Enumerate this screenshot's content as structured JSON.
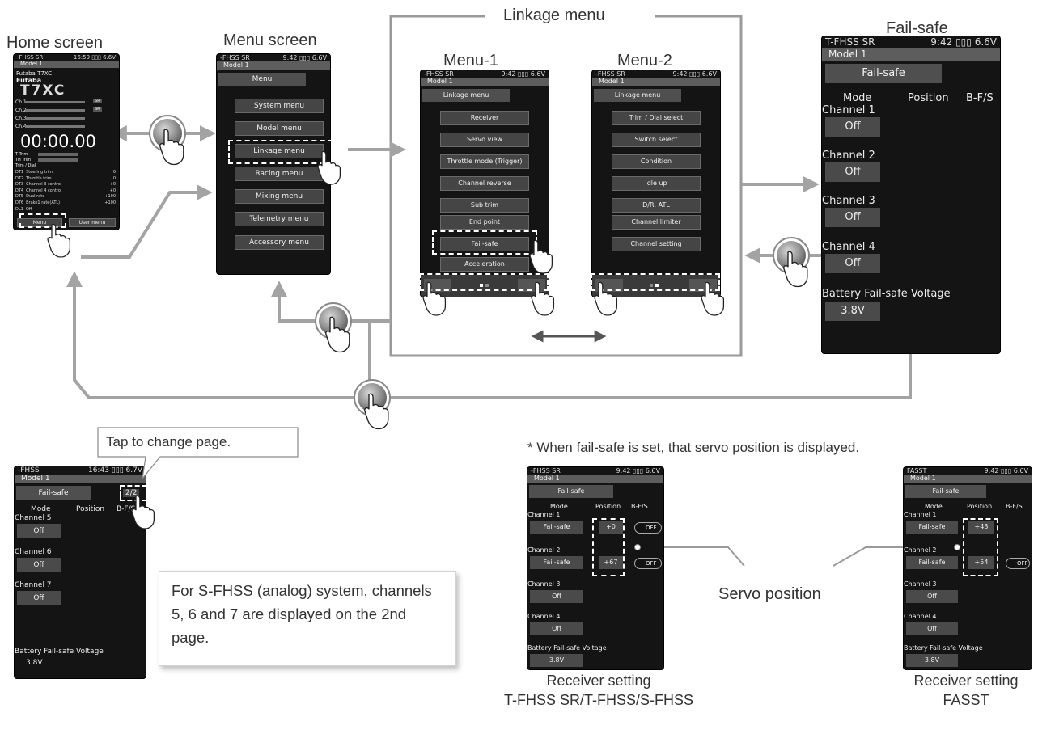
{
  "labels": {
    "home_screen": "Home screen",
    "menu_screen": "Menu screen",
    "linkage_menu": "Linkage menu",
    "menu1": "Menu-1",
    "menu2": "Menu-2",
    "failsafe": "Fail-safe",
    "servo_note": "* When fail-safe is set, that servo position is displayed.",
    "servo_position": "Servo position",
    "tap_callout": "Tap to change page.",
    "rx_setting_1": "Receiver setting",
    "rx_type_1": "T-FHSS SR/T-FHSS/S-FHSS",
    "rx_setting_2": "Receiver setting",
    "rx_type_2": "FASST",
    "note": "For S-FHSS (analog) system, channels 5, 6 and 7 are displayed on the 2nd page."
  },
  "home": {
    "status_left": "-FHSS SR",
    "status_time": "16:59",
    "status_volt": "6.6V",
    "model": "Model 1",
    "brand1": "Futaba T7XC",
    "brand2": "Futaba",
    "logo": "T7XC",
    "ch1": "Ch.1",
    "ch2": "Ch.2",
    "ch3": "Ch.3",
    "ch4": "Ch.4",
    "sr": "SR",
    "timer": "00:00.00",
    "ttrim": "T Trim",
    "htrim": "TH Trim",
    "trimdial": "Trim / Dial",
    "rows": [
      {
        "k": "DT1",
        "n": "Steering trim",
        "v": "0"
      },
      {
        "k": "DT2",
        "n": "Throttle trim",
        "v": "0"
      },
      {
        "k": "DT3",
        "n": "Channel 3 control",
        "v": "+0"
      },
      {
        "k": "DT4",
        "n": "Channel 4 control",
        "v": "+0"
      },
      {
        "k": "DT5",
        "n": "Dual rate",
        "v": "+100"
      },
      {
        "k": "DT6",
        "n": "Brake1 rate(ATL)",
        "v": "+100"
      },
      {
        "k": "DL1",
        "n": "Off",
        "v": ""
      }
    ],
    "menu_btn": "Menu",
    "user_menu_btn": "User menu"
  },
  "menu_screen": {
    "status_left": "-FHSS SR",
    "status_time": "9:42",
    "status_volt": "6.6V",
    "model": "Model 1",
    "header": "Menu",
    "items": [
      "System menu",
      "Model menu",
      "Linkage menu",
      "Racing menu",
      "Mixing menu",
      "Telemetry menu",
      "Accessory menu"
    ]
  },
  "menu1": {
    "status_left": "-FHSS SR",
    "status_time": "9:42",
    "status_volt": "6.6V",
    "model": "Model 1",
    "header": "Linkage menu",
    "items": [
      "Receiver",
      "Servo view",
      "Throttle mode (Trigger)",
      "Channel reverse",
      "Sub trim",
      "End point",
      "Fail-safe",
      "Acceleration"
    ]
  },
  "menu2": {
    "status_left": "-FHSS SR",
    "status_time": "9:42",
    "status_volt": "6.6V",
    "model": "Model 1",
    "header": "Linkage menu",
    "items": [
      "Trim / Dial select",
      "Switch select",
      "Condition",
      "Idle up",
      "D/R, ATL",
      "Channel limiter",
      "Channel setting"
    ]
  },
  "failsafe_big": {
    "status_left": "T-FHSS SR",
    "status_time": "9:42",
    "status_volt": "6.6V",
    "model": "Model 1",
    "header": "Fail-safe",
    "col_mode": "Mode",
    "col_position": "Position",
    "col_bfs": "B-F/S",
    "channels": [
      {
        "name": "Channel 1",
        "mode": "Off"
      },
      {
        "name": "Channel 2",
        "mode": "Off"
      },
      {
        "name": "Channel 3",
        "mode": "Off"
      },
      {
        "name": "Channel 4",
        "mode": "Off"
      }
    ],
    "battery_label": "Battery Fail-safe Voltage",
    "battery_value": "3.8V"
  },
  "failsafe_p2": {
    "status_left": "-FHSS",
    "status_time": "16:43",
    "status_volt": "6.7V",
    "model": "Model 1",
    "header": "Fail-safe",
    "page": "2/2",
    "col_mode": "Mode",
    "col_position": "Position",
    "col_bfs": "B-F/S",
    "channels": [
      {
        "name": "Channel 5",
        "mode": "Off"
      },
      {
        "name": "Channel 6",
        "mode": "Off"
      },
      {
        "name": "Channel 7",
        "mode": "Off"
      }
    ],
    "battery_label": "Battery Fail-safe Voltage",
    "battery_value": "3.8V"
  },
  "failsafe_sr": {
    "status_left": "-FHSS SR",
    "status_time": "9:42",
    "status_volt": "6.6V",
    "model": "Model 1",
    "header": "Fail-safe",
    "col_mode": "Mode",
    "col_position": "Position",
    "col_bfs": "B-F/S",
    "ch1": "Channel 1",
    "ch1_mode": "Fail-safe",
    "ch1_pos": "+0",
    "ch1_bfs": "OFF",
    "ch2": "Channel 2",
    "ch2_mode": "Fail-safe",
    "ch2_pos": "+67",
    "ch2_bfs": "OFF",
    "ch3": "Channel 3",
    "ch3_mode": "Off",
    "ch4": "Channel 4",
    "ch4_mode": "Off",
    "battery_label": "Battery Fail-safe Voltage",
    "battery_value": "3.8V"
  },
  "failsafe_fasst": {
    "status_left": "FASST",
    "status_time": "9:42",
    "status_volt": "6.6V",
    "model": "Model 1",
    "header": "Fail-safe",
    "col_mode": "Mode",
    "col_position": "Position",
    "col_bfs": "B-F/S",
    "ch1": "Channel 1",
    "ch1_mode": "Fail-safe",
    "ch1_pos": "+43",
    "ch2": "Channel 2",
    "ch2_mode": "Fail-safe",
    "ch2_pos": "+54",
    "ch2_bfs": "OFF",
    "ch3": "Channel 3",
    "ch3_mode": "Off",
    "ch4": "Channel 4",
    "ch4_mode": "Off",
    "battery_label": "Battery Fail-safe Voltage",
    "battery_value": "3.8V"
  },
  "colors": {
    "arrow": "#a3a3a3",
    "frame": "#9a9a9a",
    "screen_bg": "#141414",
    "button": "#454545",
    "header": "#5d5d5d"
  }
}
